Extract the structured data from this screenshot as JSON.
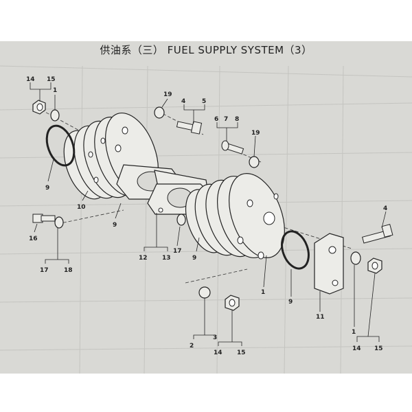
{
  "title": "供油系（三） FUEL SUPPLY SYSTEM（3）",
  "callouts": [
    "14",
    "15",
    "1",
    "9",
    "10",
    "9",
    "19",
    "4",
    "5",
    "6",
    "7",
    "8",
    "19",
    "16",
    "17",
    "18",
    "12",
    "13",
    "17",
    "9",
    "1",
    "9",
    "11",
    "4",
    "1",
    "14",
    "15",
    "2",
    "3",
    "14",
    "15"
  ]
}
